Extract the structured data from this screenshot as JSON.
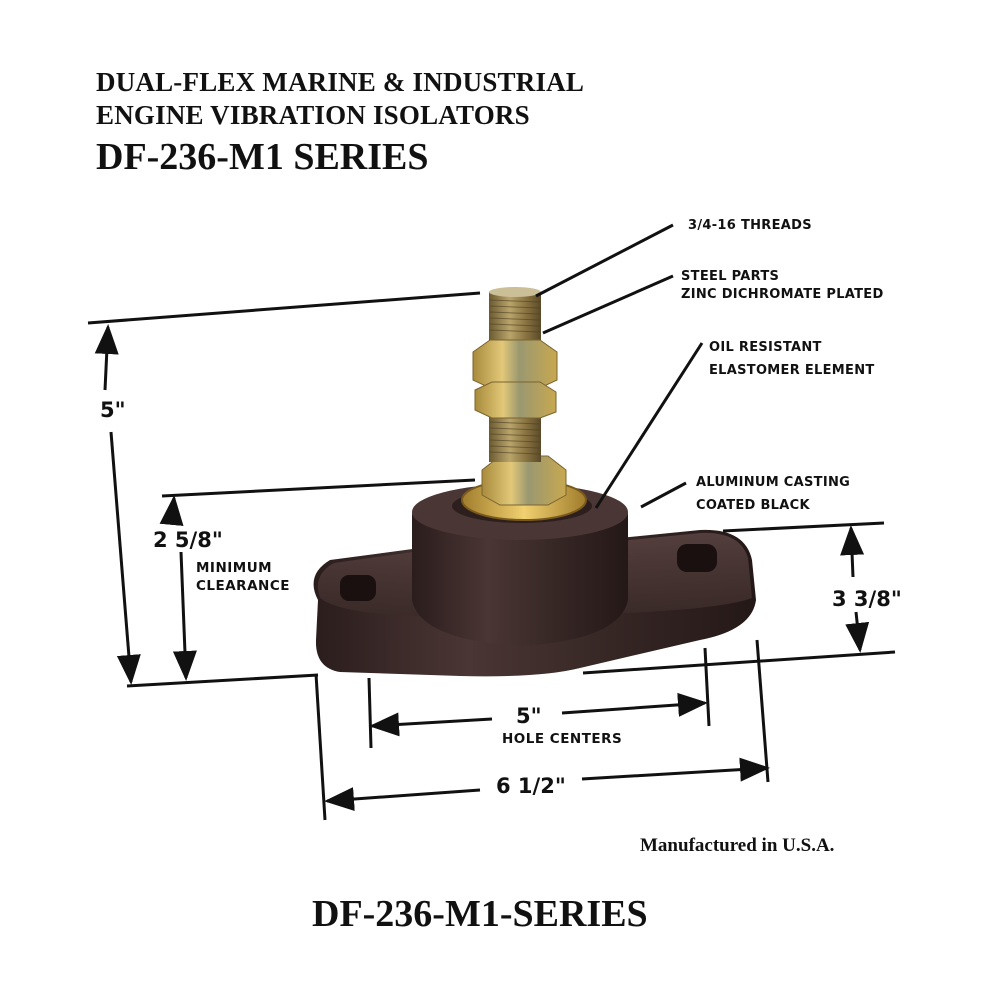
{
  "header": {
    "line1": "DUAL-FLEX MARINE & INDUSTRIAL",
    "line2": "ENGINE VIBRATION ISOLATORS",
    "series": "DF-236-M1 SERIES"
  },
  "callouts": {
    "threads": "3/4-16 THREADS",
    "steel_line1": "STEEL PARTS",
    "steel_line2": "ZINC DICHROMATE PLATED",
    "elastomer_line1": "OIL RESISTANT",
    "elastomer_line2": "ELASTOMER ELEMENT",
    "casting_line1": "ALUMINUM CASTING",
    "casting_line2": "COATED BLACK"
  },
  "dimensions": {
    "overall_height": "5\"",
    "min_clearance_value": "2 5/8\"",
    "min_clearance_label1": "MINIMUM",
    "min_clearance_label2": "CLEARANCE",
    "base_height": "3 3/8\"",
    "hole_centers_value": "5\"",
    "hole_centers_label": "HOLE  CENTERS",
    "overall_length": "6 1/2\""
  },
  "footer": {
    "made_in": "Manufactured in U.S.A.",
    "series": "DF-236-M1-SERIES"
  },
  "colors": {
    "casting": "#3a2a28",
    "brass": "#c9a64a",
    "text": "#111111",
    "background": "#ffffff"
  }
}
